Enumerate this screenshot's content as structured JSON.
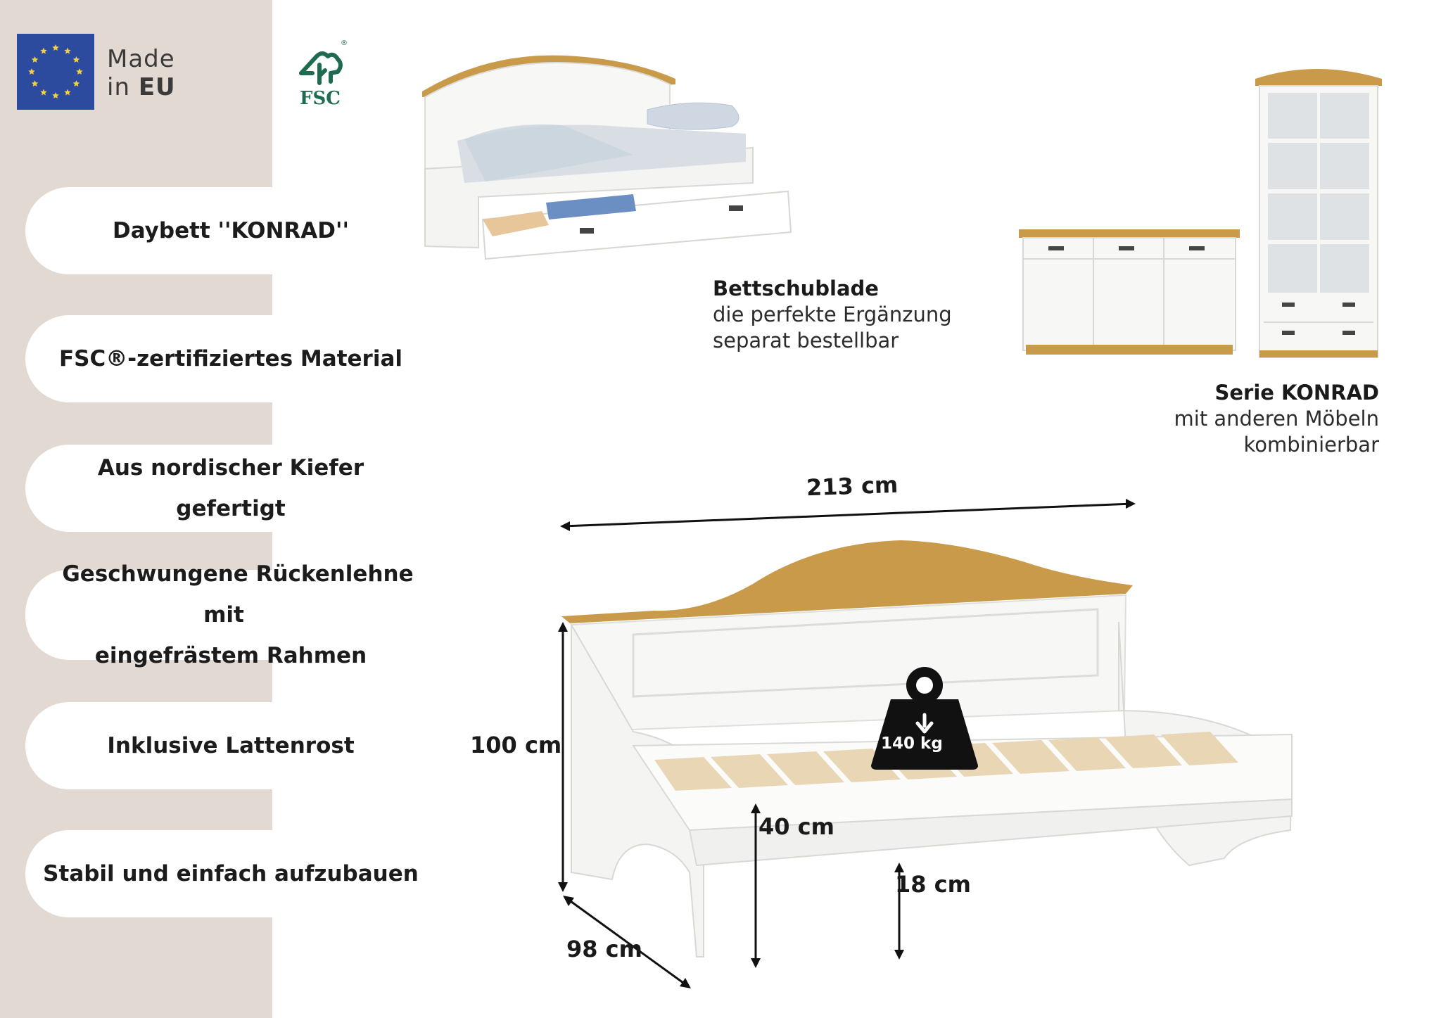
{
  "badges": {
    "made_in_line1": "Made",
    "made_in_line2_prefix": "in",
    "made_in_line2_bold": "EU",
    "fsc_text": "FSC",
    "fsc_registered": "®"
  },
  "features": [
    {
      "line1": "Daybett ''KONRAD''",
      "line2": ""
    },
    {
      "line1": "FSC®-zertifiziertes Material",
      "line2": ""
    },
    {
      "line1": "Aus nordischer Kiefer gefertigt",
      "line2": ""
    },
    {
      "line1": "Geschwungene Rückenlehne mit",
      "line2": "eingefrästem Rahmen"
    },
    {
      "line1": "Inklusive Lattenrost",
      "line2": ""
    },
    {
      "line1": "Stabil und einfach aufzubauen",
      "line2": ""
    }
  ],
  "drawer_caption": {
    "title": "Bettschublade",
    "line1": "die perfekte Ergänzung",
    "line2": "separat bestellbar"
  },
  "series_caption": {
    "title": "Serie KONRAD",
    "line1": "mit anderen Möbeln",
    "line2": "kombinierbar"
  },
  "dimensions": {
    "length": "213 cm",
    "height": "100 cm",
    "seat_height": "40 cm",
    "clearance": "18 cm",
    "depth": "98 cm"
  },
  "load_capacity": "140 kg",
  "colors": {
    "sidebar": "#e2dad2",
    "wood": "#c99a4a",
    "white_furniture": "#f7f7f5",
    "eu_blue": "#2c4a9e",
    "eu_star": "#f4d03f",
    "fsc_green": "#1f6b4f"
  }
}
